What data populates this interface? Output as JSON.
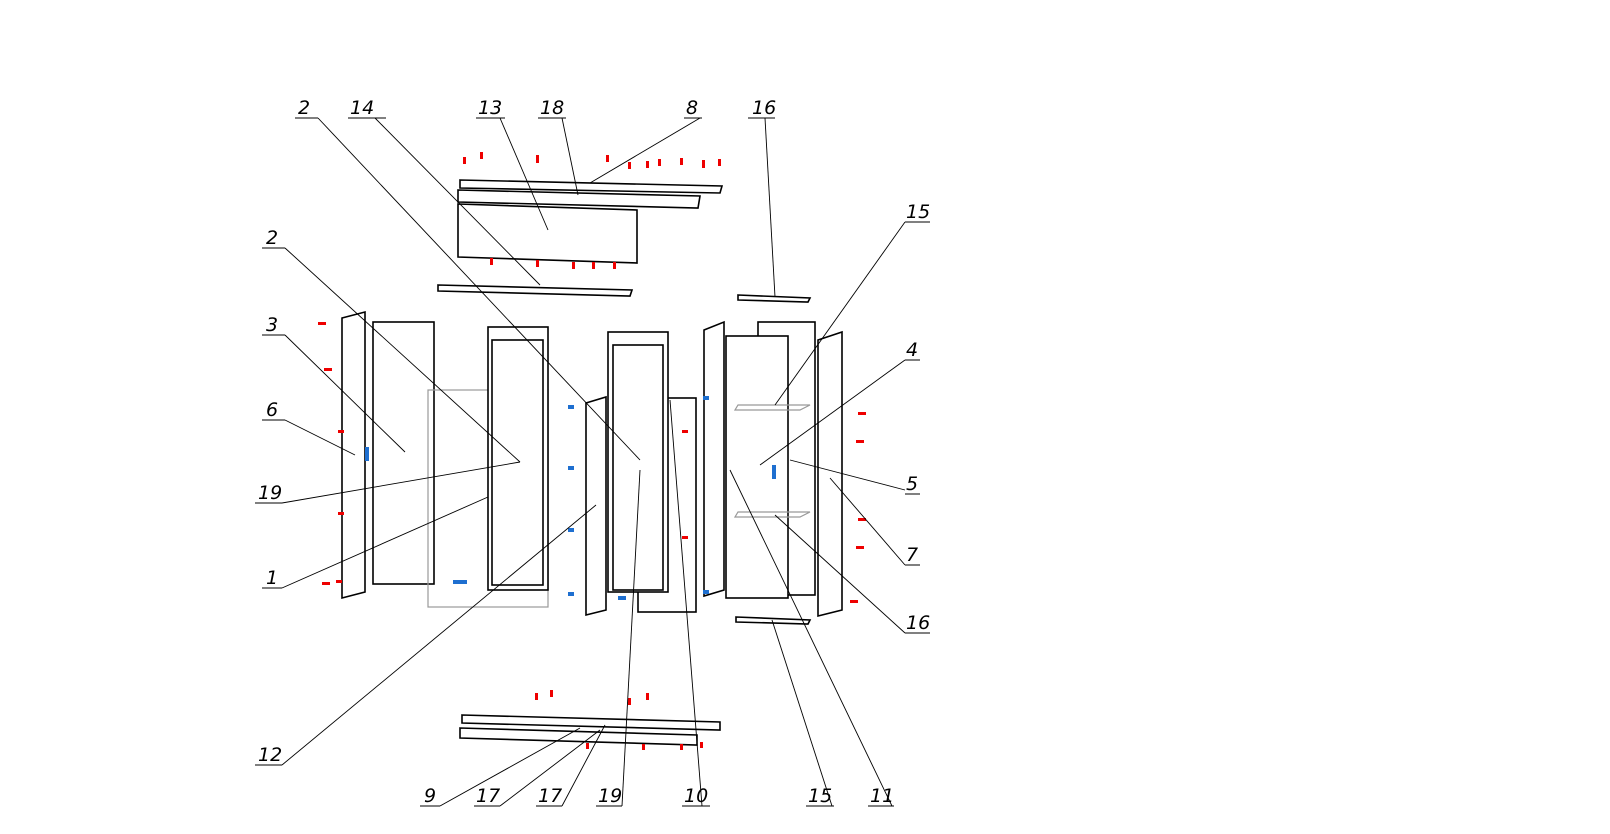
{
  "drawing": {
    "callouts": {
      "top": [
        "2",
        "14",
        "13",
        "18",
        "8",
        "16"
      ],
      "left": [
        "2",
        "3",
        "6",
        "19",
        "1",
        "12"
      ],
      "right": [
        "15",
        "4",
        "5",
        "7",
        "16"
      ],
      "bottom": [
        "9",
        "17",
        "17",
        "19",
        "10",
        "15",
        "11"
      ]
    },
    "colors": {
      "line": "#000000",
      "fastener": "#e00000",
      "hardware": "#1e6fd0",
      "hidden": "#999999"
    }
  }
}
